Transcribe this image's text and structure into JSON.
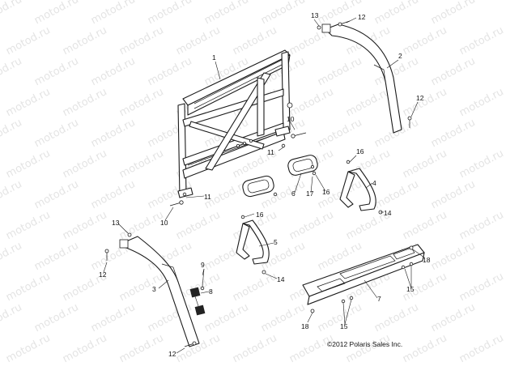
{
  "diagram": {
    "watermark": "motod.ru",
    "copyright": "©2012 Polaris Sales Inc.",
    "callouts": [
      "13",
      "12",
      "1",
      "2",
      "12",
      "10",
      "11",
      "16",
      "4",
      "6",
      "17",
      "16",
      "11",
      "10",
      "14",
      "16",
      "13",
      "5",
      "12",
      "9",
      "3",
      "8",
      "14",
      "18",
      "7",
      "15",
      "18",
      "15",
      "12"
    ]
  }
}
